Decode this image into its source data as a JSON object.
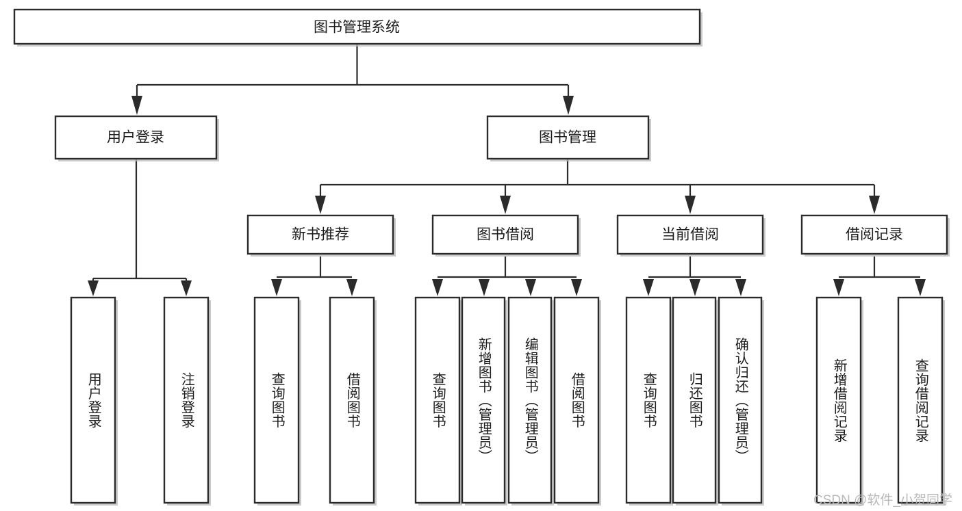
{
  "diagram": {
    "title": "图书管理系统",
    "type": "hierarchy-tree",
    "root": {
      "id": "root",
      "label": "图书管理系统",
      "orientation": "horizontal"
    },
    "level1": [
      {
        "id": "user-login",
        "label": "用户登录",
        "orientation": "horizontal"
      },
      {
        "id": "book-management",
        "label": "图书管理",
        "orientation": "horizontal"
      }
    ],
    "level2": [
      {
        "id": "new-book-recommend",
        "label": "新书推荐",
        "orientation": "horizontal",
        "parent": "book-management"
      },
      {
        "id": "book-borrow",
        "label": "图书借阅",
        "orientation": "horizontal",
        "parent": "book-management"
      },
      {
        "id": "current-borrow",
        "label": "当前借阅",
        "orientation": "horizontal",
        "parent": "book-management"
      },
      {
        "id": "borrow-record",
        "label": "借阅记录",
        "orientation": "horizontal",
        "parent": "book-management"
      }
    ],
    "leaves": [
      {
        "id": "leaf-user-login",
        "label": "用户登录",
        "orientation": "vertical",
        "parent": "user-login"
      },
      {
        "id": "leaf-user-logout",
        "label": "注销登录",
        "orientation": "vertical",
        "parent": "user-login"
      },
      {
        "id": "leaf-query-book-1",
        "label": "查询图书",
        "orientation": "vertical",
        "parent": "new-book-recommend"
      },
      {
        "id": "leaf-borrow-book-1",
        "label": "借阅图书",
        "orientation": "vertical",
        "parent": "new-book-recommend"
      },
      {
        "id": "leaf-query-book-2",
        "label": "查询图书",
        "orientation": "vertical",
        "parent": "book-borrow"
      },
      {
        "id": "leaf-add-book",
        "label": "新增图书（管理员）",
        "orientation": "vertical",
        "parent": "book-borrow"
      },
      {
        "id": "leaf-edit-book",
        "label": "编辑图书（管理员）",
        "orientation": "vertical",
        "parent": "book-borrow"
      },
      {
        "id": "leaf-borrow-book-2",
        "label": "借阅图书",
        "orientation": "vertical",
        "parent": "book-borrow"
      },
      {
        "id": "leaf-query-book-3",
        "label": "查询图书",
        "orientation": "vertical",
        "parent": "current-borrow"
      },
      {
        "id": "leaf-return-book",
        "label": "归还图书",
        "orientation": "vertical",
        "parent": "current-borrow"
      },
      {
        "id": "leaf-confirm-return",
        "label": "确认归还（管理员）",
        "orientation": "vertical",
        "parent": "current-borrow"
      },
      {
        "id": "leaf-add-record",
        "label": "新增借阅记录",
        "orientation": "vertical",
        "parent": "borrow-record"
      },
      {
        "id": "leaf-query-record",
        "label": "查询借阅记录",
        "orientation": "vertical",
        "parent": "borrow-record"
      }
    ],
    "watermark": "CSDN @软件_小贺同学",
    "colors": {
      "box_stroke": "#2b2b2b",
      "box_fill": "#ffffff",
      "text": "#1c1c1c",
      "connector": "#2b2b2b",
      "watermark": "#b9b9b9",
      "background": "#ffffff"
    }
  }
}
